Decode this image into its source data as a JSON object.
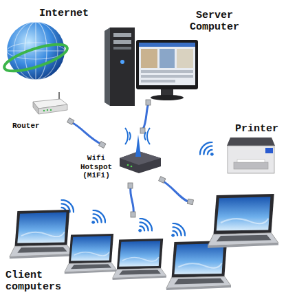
{
  "diagram": {
    "labels": [
      "Internet",
      "Server Computer",
      "Router",
      "Wifi Hotspot (MiFi)",
      "Printer",
      "Client computers"
    ]
  }
}
